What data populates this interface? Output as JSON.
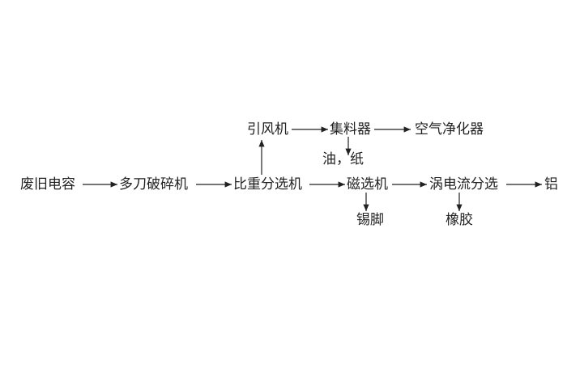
{
  "nodes": {
    "waste_capacitor": "废旧电容",
    "multi_blade_crusher": "多刀破碎机",
    "gravity_separator": "比重分选机",
    "magnetic_separator": "磁选机",
    "eddy_current_separator": "涡电流分选",
    "aluminum": "铝",
    "induced_draft_fan": "引风机",
    "collector": "集料器",
    "air_purifier": "空气净化器",
    "oil_paper": "油，纸",
    "tin_leads": "锡脚",
    "rubber": "橡胶"
  }
}
